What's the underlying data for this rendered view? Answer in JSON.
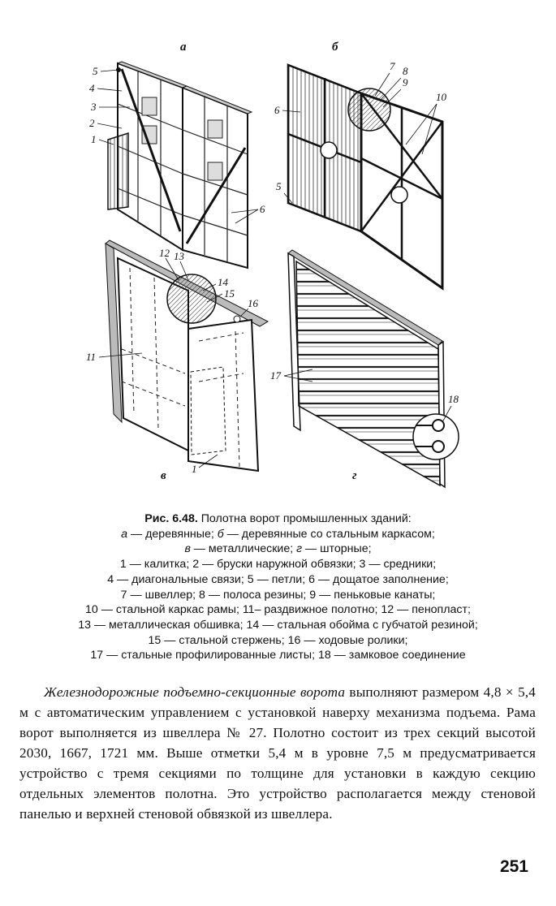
{
  "figure": {
    "panel_labels": [
      "а",
      "б",
      "в",
      "г"
    ],
    "callouts": {
      "a": [
        "5",
        "4",
        "3",
        "2",
        "1",
        "6"
      ],
      "b": [
        "7",
        "8",
        "9",
        "10",
        "6",
        "5"
      ],
      "v": [
        "12",
        "13",
        "14",
        "15",
        "16",
        "11",
        "1"
      ],
      "g": [
        "17",
        "18"
      ]
    }
  },
  "caption": {
    "title": "Рис. 6.48.",
    "title_rest": " Полотна ворот промышленных зданий:",
    "line1": [
      {
        "k": "а",
        "t": " — деревянные; "
      },
      {
        "k": "б",
        "t": " — деревянные со стальным каркасом;"
      }
    ],
    "line2": [
      {
        "k": "в",
        "t": " — металлические; "
      },
      {
        "k": "г",
        "t": " — шторные;"
      }
    ],
    "lines": [
      "1 — калитка; 2 — бруски наружной обвязки; 3 — средники;",
      "4 — диагональные связи; 5 — петли; 6 — дощатое заполнение;",
      "7 — швеллер; 8 — полоса резины; 9 — пеньковые канаты;",
      "10 — стальной каркас рамы; 11– раздвижное полотно; 12 — пенопласт;",
      "13 — металлическая обшивка; 14 — стальная обойма с губчатой резиной;",
      "15 — стальной стержень; 16 — ходовые ролики;",
      "17 — стальные профилированные листы; 18 — замковое соединение"
    ]
  },
  "body": {
    "italic_lead": "Железнодорожные подъемно-секционные ворота",
    "rest": " выполняют размером 4,8 × 5,4 м с автоматическим управлением с установкой наверху механизма подъема. Рама ворот выполняется из швеллера № 27. Полотно состоит из трех секций высотой 2030, 1667, 1721 мм. Выше отметки 5,4 м в уровне 7,5 м предусматривается устройство с тремя секциями по толщине для установки в каждую секцию отдельных элементов полотна. Это устройство располагается между стеновой панелью и верхней стеновой обвязкой из швеллера."
  },
  "page_number": "251"
}
